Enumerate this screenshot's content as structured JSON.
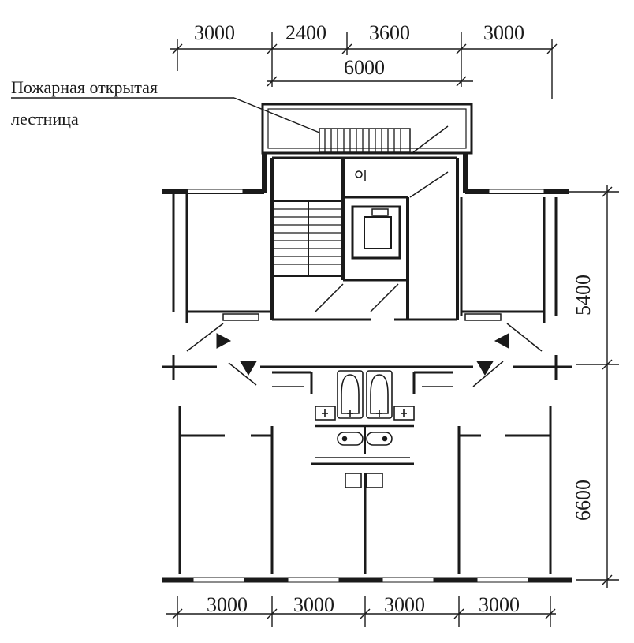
{
  "annotation": {
    "line1": "Пожарная открытая",
    "line2": "лестница"
  },
  "dimensions": {
    "top_row": [
      "3000",
      "2400",
      "3600",
      "3000"
    ],
    "top_sub": "6000",
    "bottom_row": [
      "3000",
      "3000",
      "3000",
      "3000"
    ],
    "right_upper": "5400",
    "right_lower": "6600"
  },
  "colors": {
    "ink": "#1a1a1a",
    "background": "#ffffff"
  }
}
